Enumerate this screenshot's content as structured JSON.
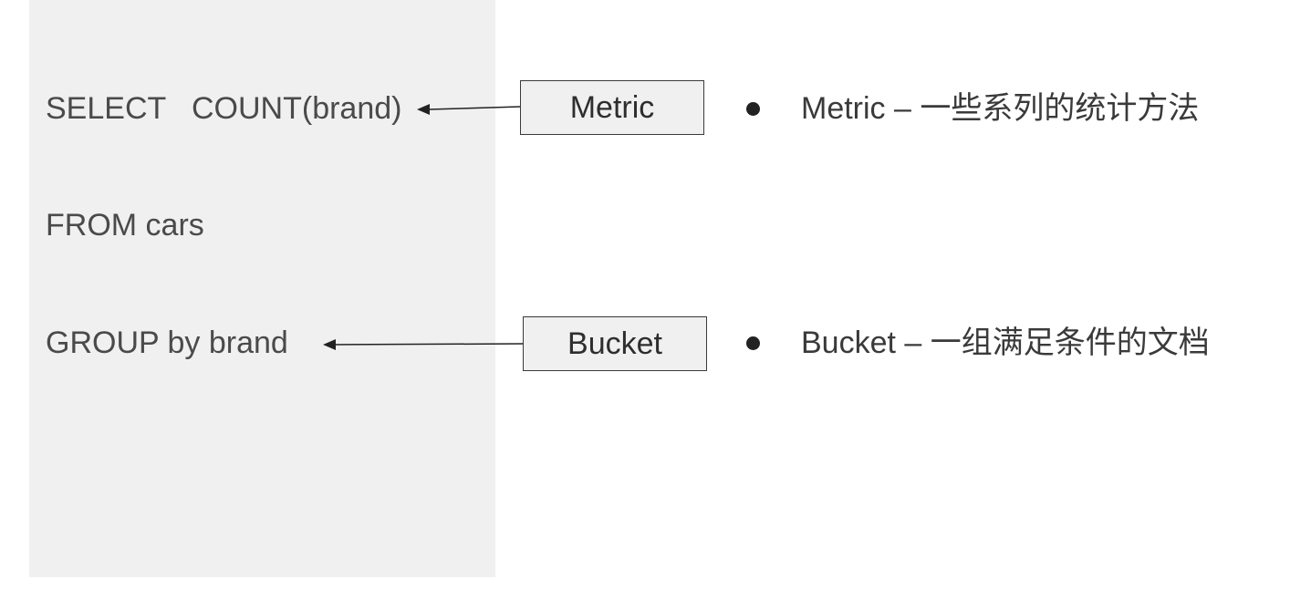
{
  "sql": {
    "select_line": "SELECT   COUNT(brand)",
    "from_line": "FROM cars",
    "group_line": "GROUP by brand"
  },
  "boxes": {
    "metric": "Metric",
    "bucket": "Bucket"
  },
  "bullets": {
    "metric": "Metric – 一些系列的统计方法",
    "bucket": "Bucket – 一组满足条件的文档"
  },
  "colors": {
    "panel": "#f0f0f0",
    "text": "#3a3a3a",
    "line": "#222222"
  }
}
